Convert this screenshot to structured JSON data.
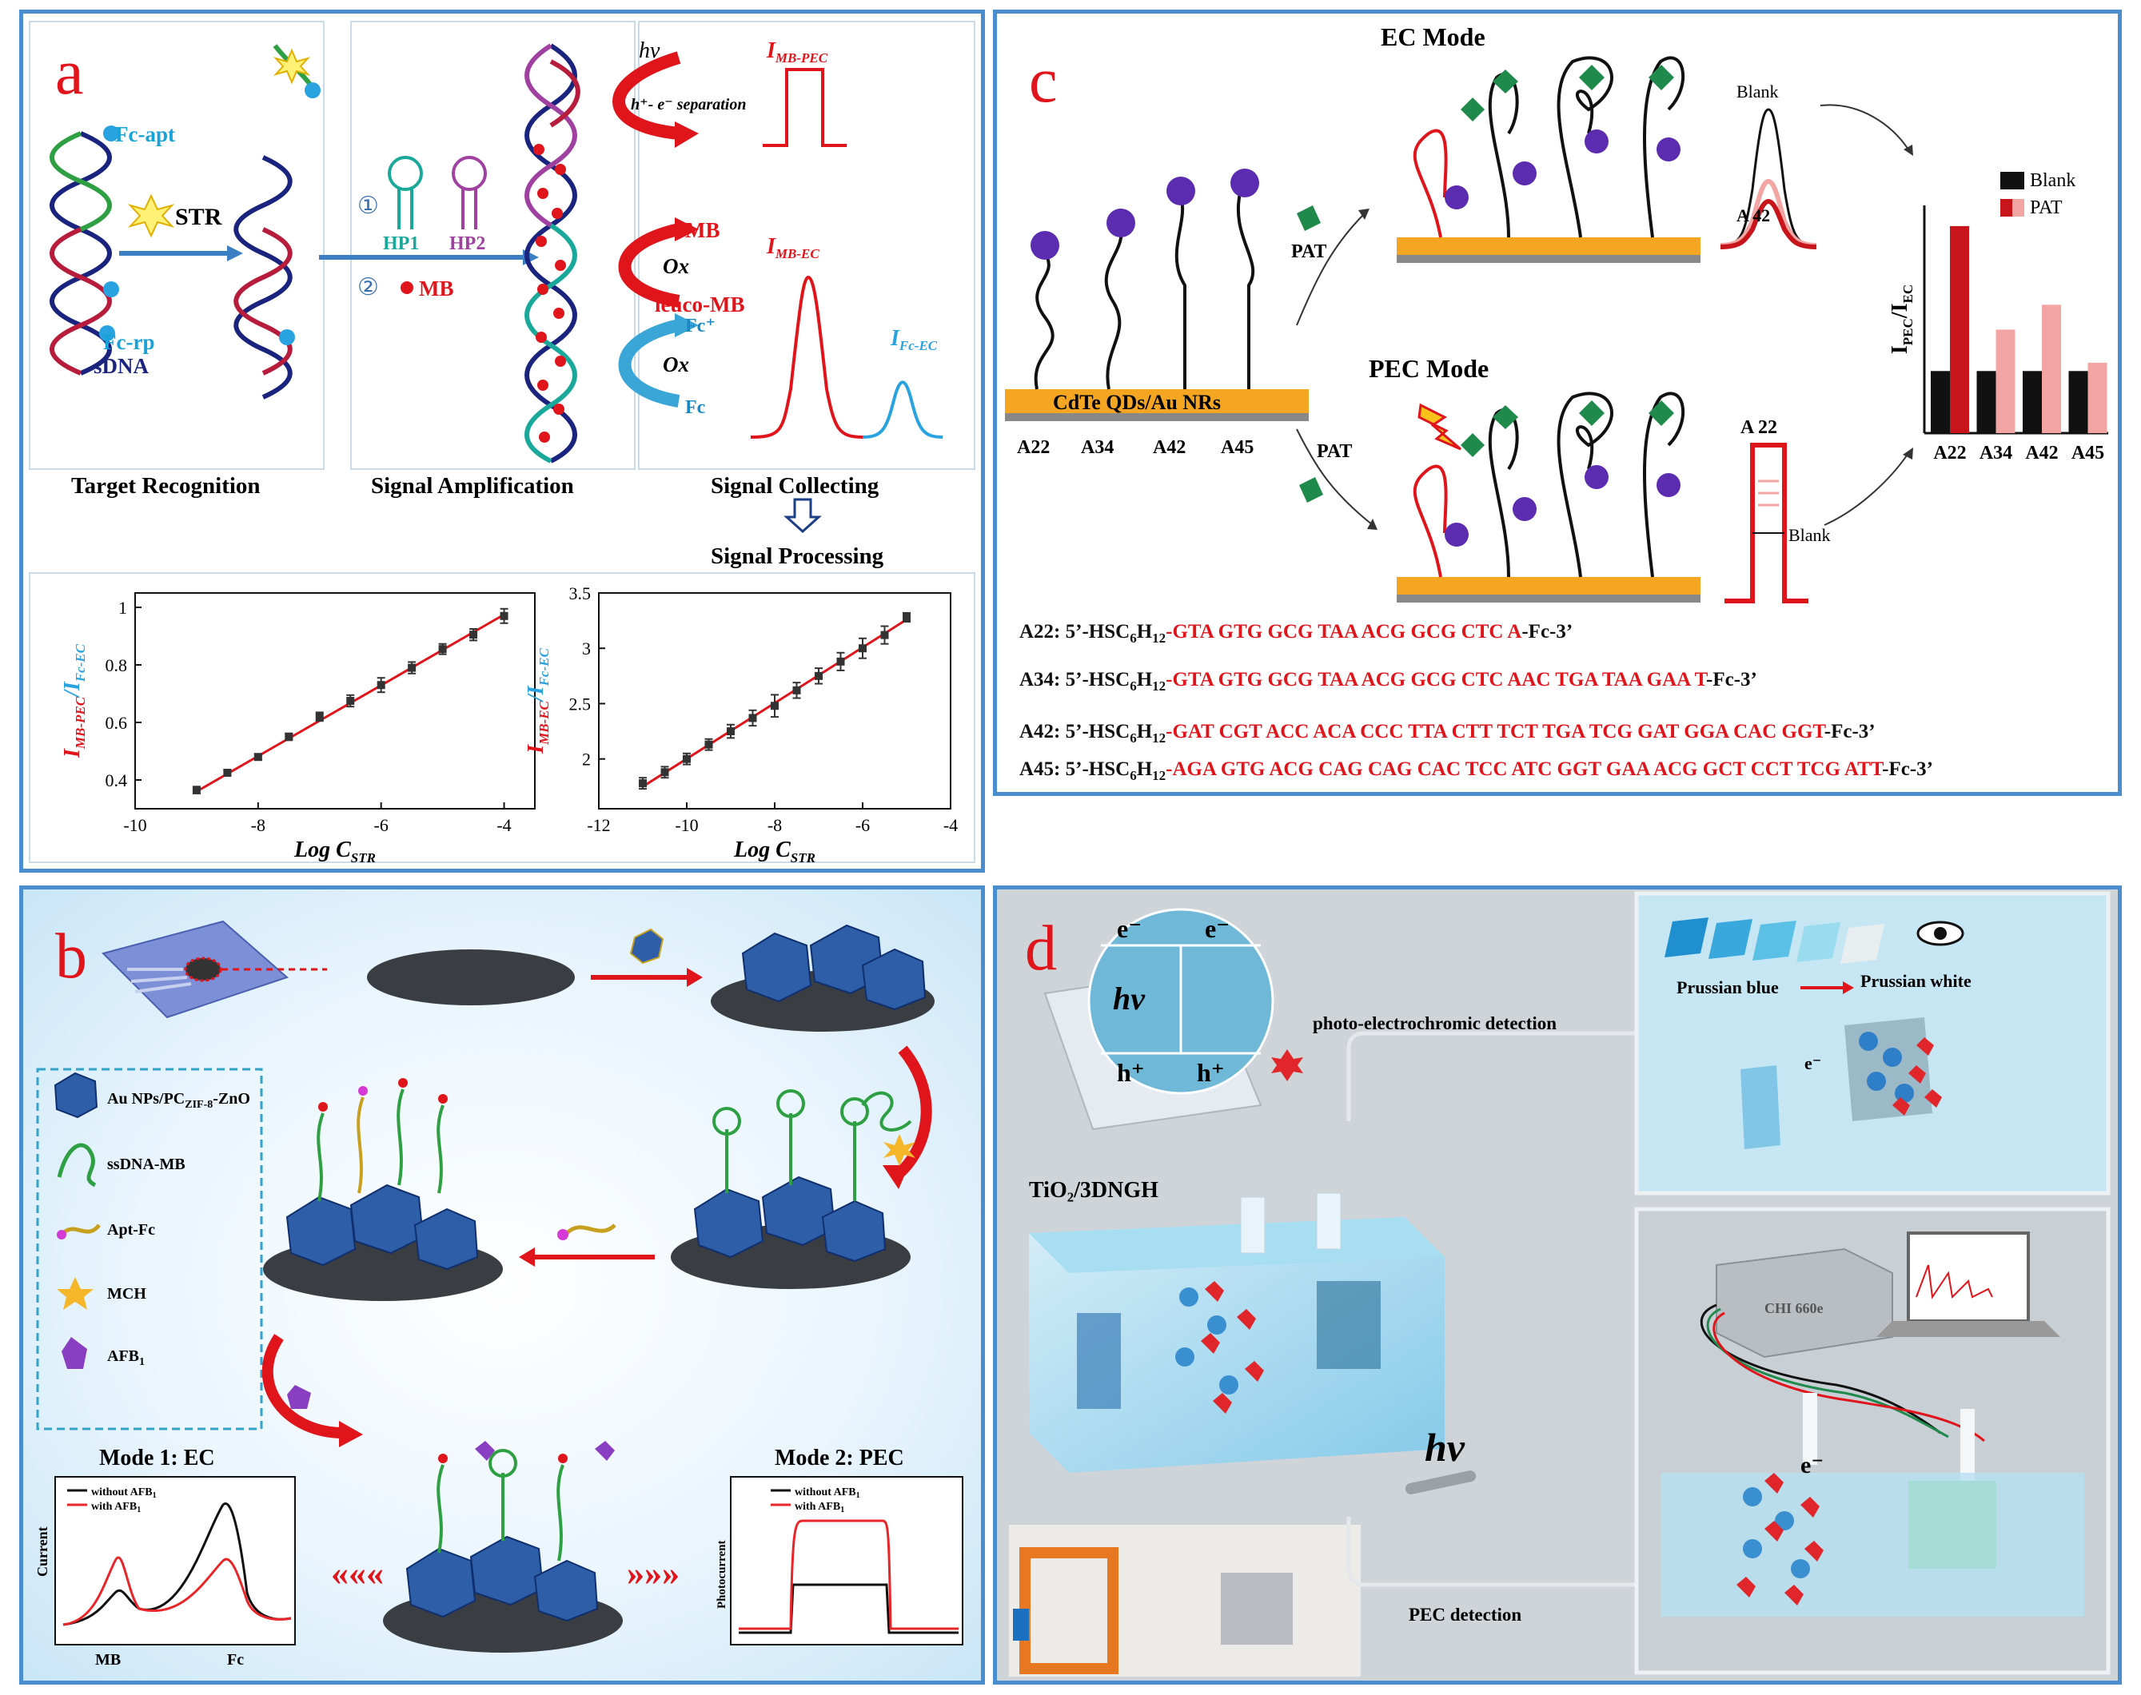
{
  "panel_a": {
    "letter": "a",
    "labels": {
      "fc_apt": "Fc-apt",
      "str": "STR",
      "fc_rp": "Fc-rp",
      "sdna": "sDNA",
      "hp1": "HP1",
      "hp2": "HP2",
      "step1": "①",
      "step2": "②",
      "mb": "MB",
      "hv": "hν",
      "separation": "h⁺- e⁻ separation",
      "mb_right": "MB",
      "ox1": "Ox",
      "leuco": "leuco-MB",
      "fc_plus": "Fc⁺",
      "ox2": "Ox",
      "fc": "Fc",
      "i_mb_pec": "I",
      "i_mb_pec_sub": "MB-PEC",
      "i_mb_ec": "I",
      "i_mb_ec_sub": "MB-EC",
      "i_fc_ec": "I",
      "i_fc_ec_sub": "Fc-EC"
    },
    "stages": [
      "Target Recognition",
      "Signal Amplification",
      "Signal Collecting",
      "Signal Processing"
    ]
  },
  "panel_b": {
    "letter": "b",
    "legend": [
      "Au NPs/PC",
      "ZIF-8",
      "-ZnO",
      "ssDNA-MB",
      "Apt-Fc",
      "MCH",
      "AFB",
      "1"
    ],
    "mode1": "Mode 1: EC",
    "mode2": "Mode 2: PEC",
    "ec_ylabel": "Current",
    "ec_xlabels": [
      "MB",
      "Fc"
    ],
    "pec_ylabel": "Photocurrent",
    "legend_without": "without AFB",
    "legend_with": "with AFB",
    "legend_sub": "1",
    "arrows_left": "«««",
    "arrows_right": "»»»",
    "colors": {
      "red": "#e8262a",
      "black": "#222222"
    }
  },
  "panel_c": {
    "letter": "c",
    "ec_mode": "EC Mode",
    "pec_mode": "PEC Mode",
    "pat1": "PAT",
    "pat2": "PAT",
    "substrate": "CdTe QDs/Au NRs",
    "probes": [
      "A22",
      "A34",
      "A42",
      "A45"
    ],
    "blank_top": "Blank",
    "a42": "A 42",
    "a22": "A 22",
    "blank_bottom": "Blank",
    "sequences": [
      {
        "name": "A22: 5’-HSC",
        "sub1": "6",
        "mid": "H",
        "sub2": "12",
        "dash": "-",
        "seq": "GTA GTG GCG TAA ACG GCG CTC A",
        "end": "-Fc-3’"
      },
      {
        "name": "A34: 5’-HSC",
        "sub1": "6",
        "mid": "H",
        "sub2": "12",
        "dash": "-",
        "seq": "GTA GTG GCG TAA ACG GCG CTC AAC TGA TAA GAA T",
        "end": "-Fc-3’"
      },
      {
        "name": "A42: 5’-HSC",
        "sub1": "6",
        "mid": "H",
        "sub2": "12",
        "dash": "-",
        "seq": "GAT CGT ACC ACA CCC TTA CTT TCT TGA TCG GAT GGA CAC GGT",
        "end": "-Fc-3’"
      },
      {
        "name": "A45: 5’-HSC",
        "sub1": "6",
        "mid": "H",
        "sub2": "12",
        "dash": "-",
        "seq": "AGA GTG ACG CAG CAG CAC TCC ATC GGT GAA ACG GCT CCT TCG ATT",
        "end": "-Fc-3’"
      }
    ]
  },
  "panel_d": {
    "letter": "d",
    "e1": "e⁻",
    "e2": "e⁻",
    "hv": "hν",
    "h1": "h⁺",
    "h2": "h⁺",
    "photo_detect": "photo-electrochromic detection",
    "prussian_blue": "Prussian blue",
    "prussian_white": "Prussian white",
    "e_top": "e⁻",
    "tio2": "TiO₂/3DNGH",
    "hv_big": "hν",
    "pec_detection": "PEC detection",
    "chi": "CHI 660e",
    "e_bottom": "e⁻"
  },
  "chart_data": [
    {
      "type": "scatter",
      "panel": "a-left",
      "x": [
        -9,
        -8.5,
        -8,
        -7.5,
        -7,
        -6.5,
        -6,
        -5.5,
        -5,
        -4.5,
        -4
      ],
      "y": [
        0.365,
        0.425,
        0.48,
        0.55,
        0.62,
        0.675,
        0.73,
        0.79,
        0.855,
        0.905,
        0.97
      ],
      "errors": [
        0.012,
        0.01,
        0.01,
        0.012,
        0.015,
        0.02,
        0.025,
        0.02,
        0.018,
        0.02,
        0.025
      ],
      "fit": {
        "x": [
          -9,
          -4
        ],
        "y": [
          0.36,
          0.975
        ]
      },
      "xlabel": "Log C",
      "xlabel_sub": "STR",
      "ylabel_num": "I",
      "ylabel_num_sub": "MB-PEC",
      "ylabel_den": "/I",
      "ylabel_den_sub": "Fc-EC",
      "xticks": [
        -10,
        -8,
        -6,
        -4
      ],
      "yticks": [
        0.4,
        0.6,
        0.8,
        1
      ],
      "xlim": [
        -10,
        -3.5
      ],
      "ylim": [
        0.3,
        1.05
      ]
    },
    {
      "type": "scatter",
      "panel": "a-right",
      "x": [
        -11,
        -10.5,
        -10,
        -9.5,
        -9,
        -8.5,
        -8,
        -7.5,
        -7,
        -6.5,
        -6,
        -5.5,
        -5
      ],
      "y": [
        1.78,
        1.88,
        2.0,
        2.13,
        2.25,
        2.37,
        2.48,
        2.62,
        2.75,
        2.88,
        3.0,
        3.12,
        3.28
      ],
      "errors": [
        0.05,
        0.05,
        0.05,
        0.05,
        0.06,
        0.07,
        0.1,
        0.07,
        0.07,
        0.08,
        0.09,
        0.08,
        0.04
      ],
      "fit": {
        "x": [
          -11,
          -5
        ],
        "y": [
          1.75,
          3.26
        ]
      },
      "xlabel": "Log C",
      "xlabel_sub": "STR",
      "ylabel_num": "I",
      "ylabel_num_sub": "MB-EC",
      "ylabel_den": "/I",
      "ylabel_den_sub": "Fc-EC",
      "xticks": [
        -12,
        -10,
        -8,
        -6,
        -4
      ],
      "yticks": [
        2,
        2.5,
        3,
        3.5
      ],
      "xlim": [
        -12,
        -4
      ],
      "ylim": [
        1.55,
        3.5
      ]
    },
    {
      "type": "bar",
      "panel": "c",
      "categories": [
        "A22",
        "A34",
        "A42",
        "A45"
      ],
      "series": [
        {
          "name": "Blank",
          "values": [
            0.3,
            0.3,
            0.3,
            0.3
          ],
          "color": "#111111"
        },
        {
          "name": "PAT",
          "values": [
            1.0,
            0.5,
            0.62,
            0.34
          ],
          "colors": [
            "#c8141b",
            "#f3a5a3",
            "#f3a5a3",
            "#f3a5a3"
          ]
        }
      ],
      "ylabel": "I",
      "ylabel_sub1": "PEC",
      "ylabel_mid": "/I",
      "ylabel_sub2": "EC",
      "ylim": [
        0,
        1.1
      ]
    }
  ]
}
